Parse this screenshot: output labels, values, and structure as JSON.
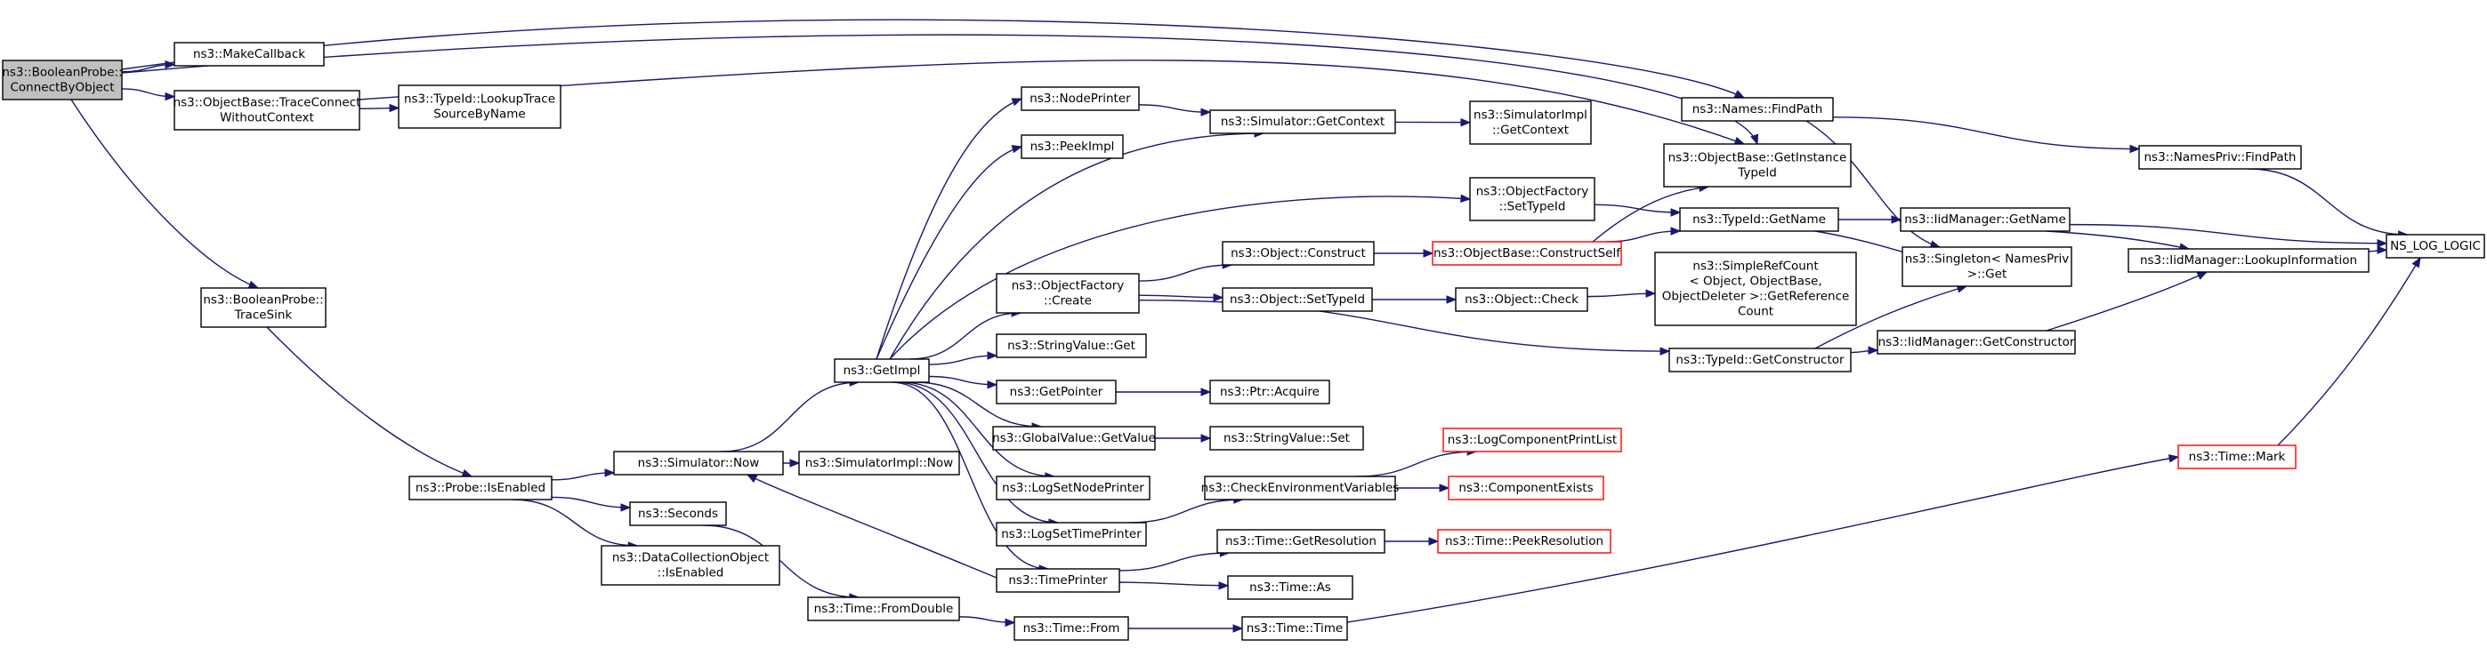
{
  "diagram": {
    "title": "",
    "colors": {
      "edge": "#191970",
      "root_fill": "#c0c0c0",
      "node_border": "#000000",
      "truncated_border": "#ff0000"
    },
    "nodes": [
      {
        "id": "root",
        "lines": [
          "ns3::BooleanProbe::",
          "ConnectByObject"
        ],
        "style": "root"
      },
      {
        "id": "makecb",
        "lines": [
          "ns3::MakeCallback"
        ]
      },
      {
        "id": "tracecon",
        "lines": [
          "ns3::ObjectBase::TraceConnect",
          "WithoutContext"
        ]
      },
      {
        "id": "lookuptrace",
        "lines": [
          "ns3::TypeId::LookupTrace",
          "SourceByName"
        ]
      },
      {
        "id": "tracesink",
        "lines": [
          "ns3::BooleanProbe::",
          "TraceSink"
        ]
      },
      {
        "id": "isenabled",
        "lines": [
          "ns3::Probe::IsEnabled"
        ]
      },
      {
        "id": "simnow",
        "lines": [
          "ns3::Simulator::Now"
        ]
      },
      {
        "id": "seconds",
        "lines": [
          "ns3::Seconds"
        ]
      },
      {
        "id": "dcoenabled",
        "lines": [
          "ns3::DataCollectionObject",
          "::IsEnabled"
        ]
      },
      {
        "id": "simimplnow",
        "lines": [
          "ns3::SimulatorImpl::Now"
        ]
      },
      {
        "id": "fromdouble",
        "lines": [
          "ns3::Time::FromDouble"
        ]
      },
      {
        "id": "getimpl",
        "lines": [
          "ns3::GetImpl"
        ]
      },
      {
        "id": "nodeprinter",
        "lines": [
          "ns3::NodePrinter"
        ]
      },
      {
        "id": "peekimpl",
        "lines": [
          "ns3::PeekImpl"
        ]
      },
      {
        "id": "ofcreate",
        "lines": [
          "ns3::ObjectFactory",
          "::Create"
        ]
      },
      {
        "id": "strvalget",
        "lines": [
          "ns3::StringValue::Get"
        ]
      },
      {
        "id": "getpointer",
        "lines": [
          "ns3::GetPointer"
        ]
      },
      {
        "id": "gvgetvalue",
        "lines": [
          "ns3::GlobalValue::GetValue"
        ]
      },
      {
        "id": "logsetnode",
        "lines": [
          "ns3::LogSetNodePrinter"
        ]
      },
      {
        "id": "logsettime",
        "lines": [
          "ns3::LogSetTimePrinter"
        ]
      },
      {
        "id": "timeprinter",
        "lines": [
          "ns3::TimePrinter"
        ]
      },
      {
        "id": "timefrom",
        "lines": [
          "ns3::Time::From"
        ]
      },
      {
        "id": "simgetctx",
        "lines": [
          "ns3::Simulator::GetContext"
        ]
      },
      {
        "id": "simimplctx",
        "lines": [
          "ns3::SimulatorImpl",
          "::GetContext"
        ]
      },
      {
        "id": "objconstruct",
        "lines": [
          "ns3::Object::Construct"
        ]
      },
      {
        "id": "objsettypeid",
        "lines": [
          "ns3::Object::SetTypeId"
        ]
      },
      {
        "id": "objcheck",
        "lines": [
          "ns3::Object::Check"
        ]
      },
      {
        "id": "ptracquire",
        "lines": [
          "ns3::Ptr::Acquire"
        ]
      },
      {
        "id": "strvalset",
        "lines": [
          "ns3::StringValue::Set"
        ]
      },
      {
        "id": "checkenv",
        "lines": [
          "ns3::CheckEnvironmentVariables"
        ]
      },
      {
        "id": "getres",
        "lines": [
          "ns3::Time::GetResolution"
        ]
      },
      {
        "id": "timeas",
        "lines": [
          "ns3::Time::As"
        ]
      },
      {
        "id": "timetime",
        "lines": [
          "ns3::Time::Time"
        ]
      },
      {
        "id": "ofsettypeid",
        "lines": [
          "ns3::ObjectFactory",
          "::SetTypeId"
        ]
      },
      {
        "id": "obconstructself",
        "lines": [
          "ns3::ObjectBase::ConstructSelf"
        ],
        "style": "red"
      },
      {
        "id": "logcompprint",
        "lines": [
          "ns3::LogComponentPrintList"
        ],
        "style": "red"
      },
      {
        "id": "compexists",
        "lines": [
          "ns3::ComponentExists"
        ],
        "style": "red"
      },
      {
        "id": "peekres",
        "lines": [
          "ns3::Time::PeekResolution"
        ],
        "style": "red"
      },
      {
        "id": "namesfind",
        "lines": [
          "ns3::Names::FindPath"
        ]
      },
      {
        "id": "obgetinst",
        "lines": [
          "ns3::ObjectBase::GetInstance",
          "TypeId"
        ]
      },
      {
        "id": "typeidgetname",
        "lines": [
          "ns3::TypeId::GetName"
        ]
      },
      {
        "id": "simplerefcount",
        "lines": [
          "ns3::SimpleRefCount",
          "< Object, ObjectBase,",
          "ObjectDeleter >::GetReference",
          "Count"
        ]
      },
      {
        "id": "typeidgetctor",
        "lines": [
          "ns3::TypeId::GetConstructor"
        ]
      },
      {
        "id": "singleton",
        "lines": [
          "ns3::Singleton< NamesPriv",
          ">::Get"
        ]
      },
      {
        "id": "namesprivfind",
        "lines": [
          "ns3::NamesPriv::FindPath"
        ]
      },
      {
        "id": "iidgetname",
        "lines": [
          "ns3::IidManager::GetName"
        ]
      },
      {
        "id": "iidgetctor",
        "lines": [
          "ns3::IidManager::GetConstructor"
        ]
      },
      {
        "id": "iidlookup",
        "lines": [
          "ns3::IidManager::LookupInformation"
        ]
      },
      {
        "id": "timemark",
        "lines": [
          "ns3::Time::Mark"
        ],
        "style": "red"
      },
      {
        "id": "nslog",
        "lines": [
          "NS_LOG_LOGIC"
        ]
      }
    ],
    "edges": [
      [
        "root",
        "makecb"
      ],
      [
        "root",
        "tracecon"
      ],
      [
        "root",
        "tracesink"
      ],
      [
        "root",
        "namesfind"
      ],
      [
        "root",
        "obgetinst"
      ],
      [
        "tracecon",
        "lookuptrace"
      ],
      [
        "tracecon",
        "obgetinst"
      ],
      [
        "tracesink",
        "isenabled"
      ],
      [
        "isenabled",
        "simnow"
      ],
      [
        "isenabled",
        "seconds"
      ],
      [
        "isenabled",
        "dcoenabled"
      ],
      [
        "simnow",
        "getimpl"
      ],
      [
        "simnow",
        "simimplnow"
      ],
      [
        "seconds",
        "fromdouble"
      ],
      [
        "fromdouble",
        "timefrom"
      ],
      [
        "getimpl",
        "nodeprinter"
      ],
      [
        "getimpl",
        "peekimpl"
      ],
      [
        "getimpl",
        "simgetctx"
      ],
      [
        "getimpl",
        "ofsettypeid"
      ],
      [
        "getimpl",
        "ofcreate"
      ],
      [
        "getimpl",
        "strvalget"
      ],
      [
        "getimpl",
        "getpointer"
      ],
      [
        "getimpl",
        "gvgetvalue"
      ],
      [
        "getimpl",
        "logsetnode"
      ],
      [
        "getimpl",
        "logsettime"
      ],
      [
        "getimpl",
        "timeprinter"
      ],
      [
        "nodeprinter",
        "simgetctx"
      ],
      [
        "simgetctx",
        "simimplctx"
      ],
      [
        "ofcreate",
        "objconstruct"
      ],
      [
        "ofcreate",
        "objsettypeid"
      ],
      [
        "ofcreate",
        "typeidgetctor"
      ],
      [
        "objconstruct",
        "obconstructself"
      ],
      [
        "objsettypeid",
        "objcheck"
      ],
      [
        "objcheck",
        "simplerefcount"
      ],
      [
        "getpointer",
        "ptracquire"
      ],
      [
        "gvgetvalue",
        "strvalset"
      ],
      [
        "logsettime",
        "checkenv"
      ],
      [
        "checkenv",
        "logcompprint"
      ],
      [
        "checkenv",
        "compexists"
      ],
      [
        "timeprinter",
        "simnow"
      ],
      [
        "timeprinter",
        "getres"
      ],
      [
        "timeprinter",
        "timeas"
      ],
      [
        "getres",
        "peekres"
      ],
      [
        "timefrom",
        "timetime"
      ],
      [
        "timetime",
        "timemark"
      ],
      [
        "ofsettypeid",
        "typeidgetname"
      ],
      [
        "obconstructself",
        "typeidgetname"
      ],
      [
        "obconstructself",
        "obgetinst"
      ],
      [
        "namesfind",
        "namesprivfind"
      ],
      [
        "namesfind",
        "singleton"
      ],
      [
        "namesprivfind",
        "nslog"
      ],
      [
        "typeidgetname",
        "iidgetname"
      ],
      [
        "typeidgetname",
        "singleton"
      ],
      [
        "typeidgetctor",
        "iidgetctor"
      ],
      [
        "typeidgetctor",
        "singleton"
      ],
      [
        "iidgetname",
        "nslog"
      ],
      [
        "iidgetname",
        "iidlookup"
      ],
      [
        "iidgetctor",
        "iidlookup"
      ],
      [
        "iidlookup",
        "nslog"
      ],
      [
        "timemark",
        "nslog"
      ]
    ]
  }
}
